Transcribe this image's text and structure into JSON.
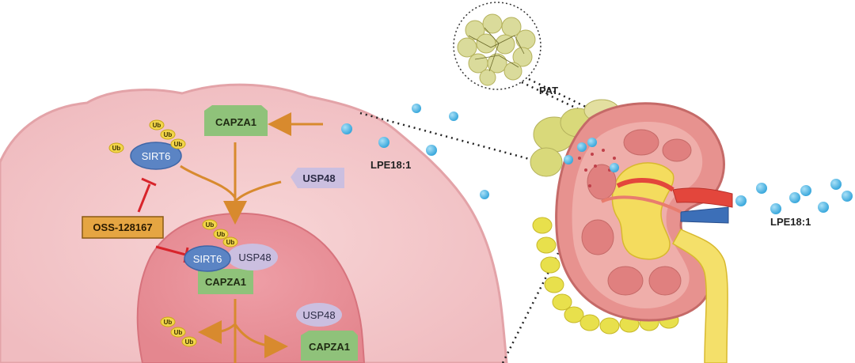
{
  "labels": {
    "capza1_top": "CAPZA1",
    "usp48_right": "USP48",
    "sirt6_cyto": "SIRT6",
    "oss": "OSS-128167",
    "sirt6_complex": "SIRT6",
    "usp48_complex": "USP48",
    "capza1_complex": "CAPZA1",
    "usp48_free": "USP48",
    "capza1_free": "CAPZA1",
    "lpe_cell": "LPE18:1",
    "lpe_kidney": "LPE18:1",
    "pat": "PAT",
    "ub": "Ub"
  },
  "colors": {
    "cell_fill": "#f2c7c9",
    "nucleus_fill": "#e89ea5",
    "sirt6": "#5b84c4",
    "usp48": "#cbbfe0",
    "capza1": "#8fc27a",
    "oss_box": "#e5a542",
    "ub": "#f2d54a",
    "arrow": "#d88a2e",
    "inhibit": "#d8242b",
    "lpe_dot": "#4fb6e6",
    "fat": "#d9d97a",
    "kidney": "#e58a8a",
    "ureter": "#f4e06a"
  }
}
